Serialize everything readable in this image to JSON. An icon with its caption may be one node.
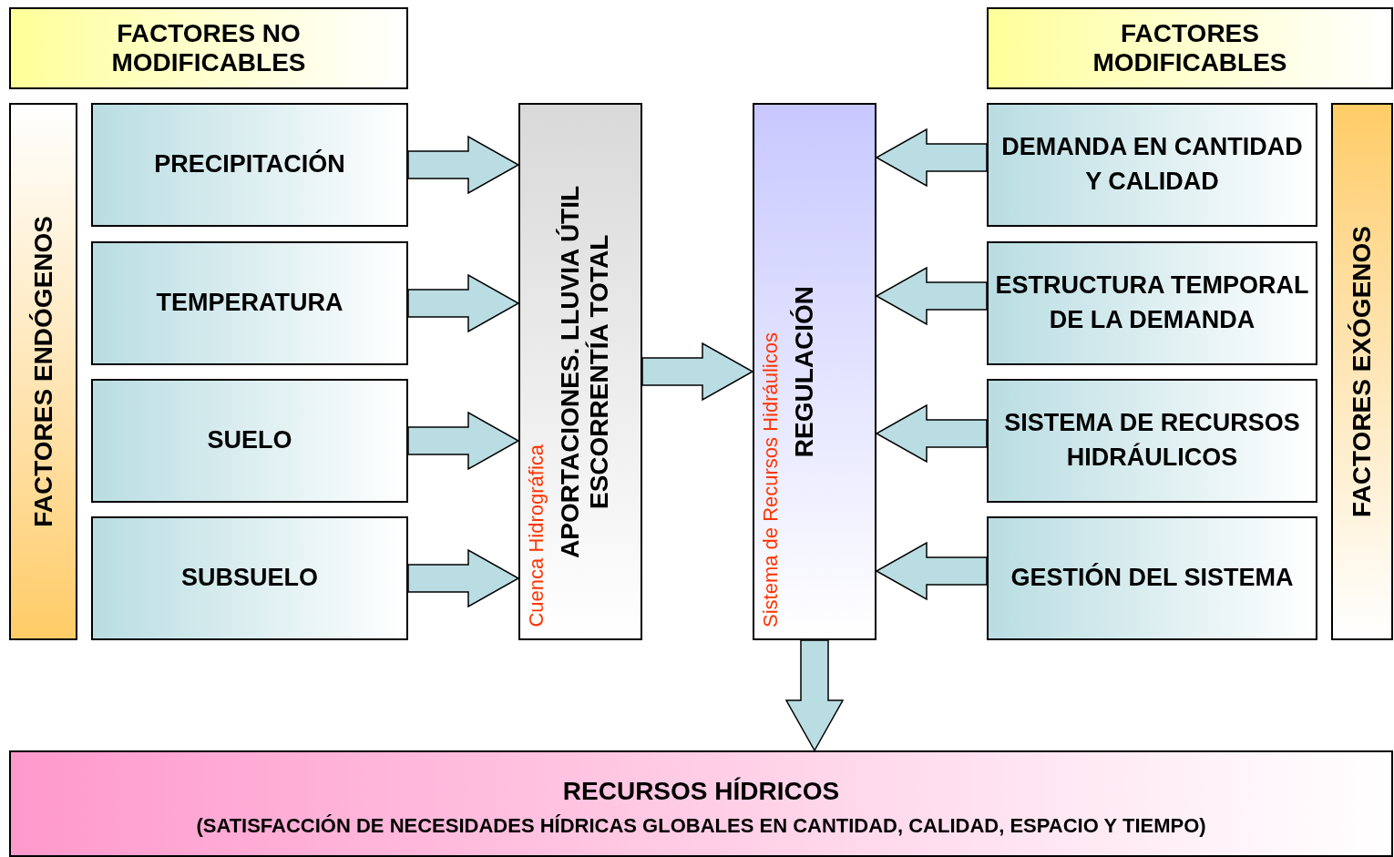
{
  "diagram": {
    "nodes": [
      {
        "text": [
          "FACTORES NO MODIFICABLES"
        ]
      },
      {
        "text": [
          "FACTORES MODIFICABLES"
        ]
      },
      {
        "text": [
          "FACTORES ENDÓGENOS"
        ]
      },
      {
        "text": [
          "PRECIPITACIÓN"
        ]
      },
      {
        "text": [
          "TEMPERATURA"
        ]
      },
      {
        "text": [
          "SUELO"
        ]
      },
      {
        "text": [
          "SUBSUELO"
        ]
      },
      {
        "text": [
          "Cuenca Hidrográfica",
          "APORTACIONES. LLUVIA ÚTIL ESCORRENTÍA TOTAL"
        ]
      },
      {
        "text": [
          "Sistema de Recursos Hidráulicos",
          "REGULACIÓN"
        ]
      },
      {
        "text": [
          "DEMANDA EN CANTIDAD Y CALIDAD"
        ]
      },
      {
        "text": [
          "ESTRUCTURA TEMPORAL DE LA DEMANDA"
        ]
      },
      {
        "text": [
          "SISTEMA DE RECURSOS HIDRÁULICOS"
        ]
      },
      {
        "text": [
          "GESTIÓN DEL SISTEMA"
        ]
      },
      {
        "text": [
          "FACTORES EXÓGENOS"
        ]
      },
      {
        "text": [
          "RECURSOS HÍDRICOS",
          "(SATISFACCIÓN DE NECESIDADES HÍDRICAS GLOBALES EN CANTIDAD, CALIDAD, ESPACIO Y TIEMPO)"
        ]
      }
    ],
    "edges": [
      {
        "from": 3,
        "to": 7,
        "arrow": "to"
      },
      {
        "from": 4,
        "to": 7,
        "arrow": "to"
      },
      {
        "from": 5,
        "to": 7,
        "arrow": "to"
      },
      {
        "from": 6,
        "to": 7,
        "arrow": "to"
      },
      {
        "from": 7,
        "to": 8,
        "arrow": "to"
      },
      {
        "from": 9,
        "to": 8,
        "arrow": "to"
      },
      {
        "from": 10,
        "to": 8,
        "arrow": "to"
      },
      {
        "from": 11,
        "to": 8,
        "arrow": "to"
      },
      {
        "from": 12,
        "to": 8,
        "arrow": "to"
      },
      {
        "from": 8,
        "to": 14,
        "arrow": "to"
      }
    ]
  }
}
